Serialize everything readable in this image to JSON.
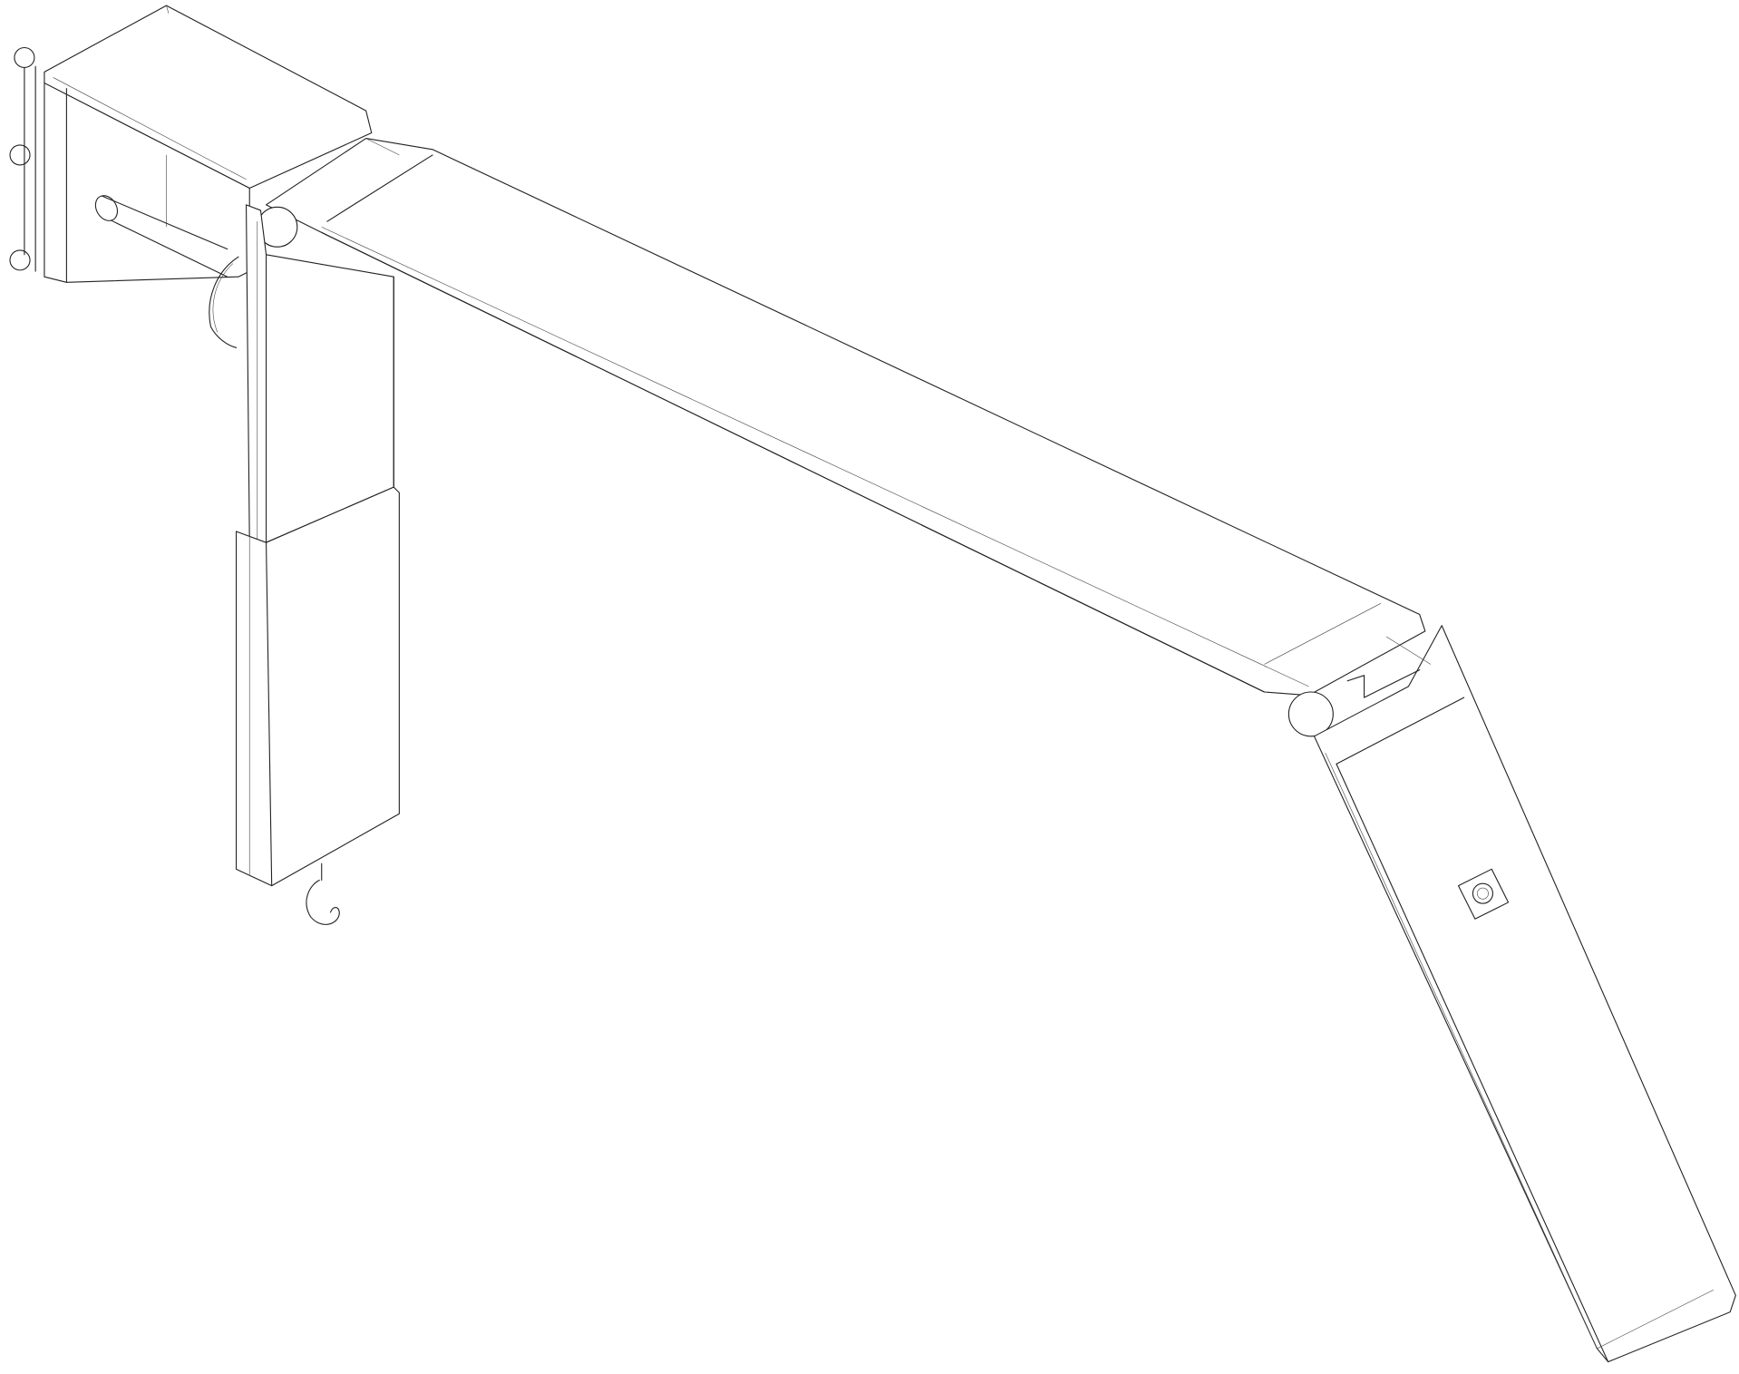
{
  "diagram": {
    "colors": {
      "stroke": "#222222",
      "background": "#ffffff"
    },
    "parts": [
      "wall-bracket",
      "mounting-knobs",
      "support-peg",
      "telescopic-column",
      "hook",
      "horizontal-arm",
      "angled-leg",
      "control-button"
    ]
  }
}
